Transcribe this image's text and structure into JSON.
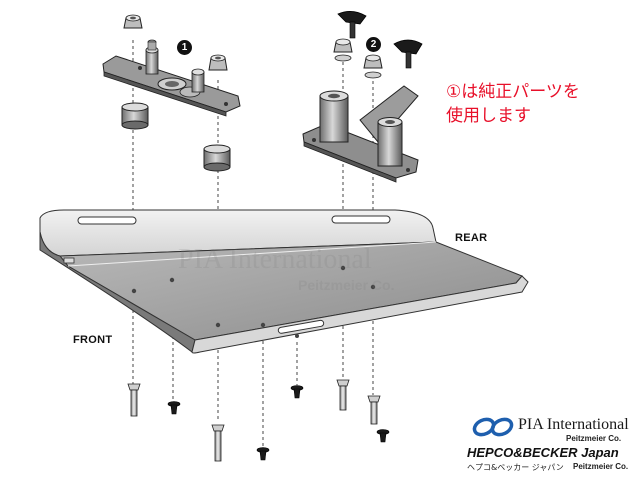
{
  "labels": {
    "front": "FRONT",
    "rear": "REAR",
    "part1_marker": "1",
    "part2_marker": "2"
  },
  "note": {
    "line1": "①は純正パーツを",
    "line2": "使用します",
    "color": "#e8102a"
  },
  "watermark": {
    "line1": "PIA International",
    "line2": "Peitzmeier Co."
  },
  "brand": {
    "pia": "PIA International",
    "peitzmeier_top": "Peitzmeier Co.",
    "hepco": "HEPCO&BECKER Japan",
    "japanese": "ヘプコ&ベッカー ジャパン",
    "peitzmeier_bottom": "Peitzmeier Co.",
    "logo_color": "#1e5fae"
  }
}
